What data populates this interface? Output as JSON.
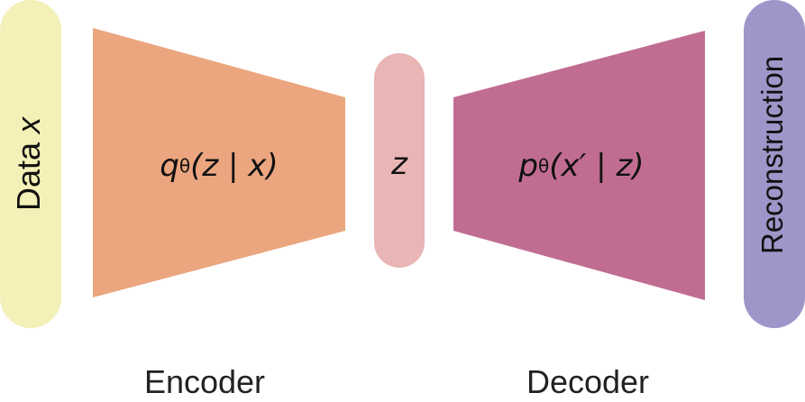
{
  "colors": {
    "data": "#f3f0b8",
    "encoder": "#eba680",
    "latent": "#e9b5b5",
    "decoder": "#c16d92",
    "reconstruction": "#9d96c9"
  },
  "data_block": {
    "label_text": "Data ",
    "label_var": "x"
  },
  "encoder": {
    "func": "q",
    "sub": "θ",
    "args": "(z | x)",
    "caption": "Encoder"
  },
  "latent": {
    "label": "z"
  },
  "decoder": {
    "func": "p",
    "sub": "θ",
    "args": "(x′ | z)",
    "caption": "Decoder"
  },
  "reconstruction": {
    "label": "Reconstruction"
  }
}
